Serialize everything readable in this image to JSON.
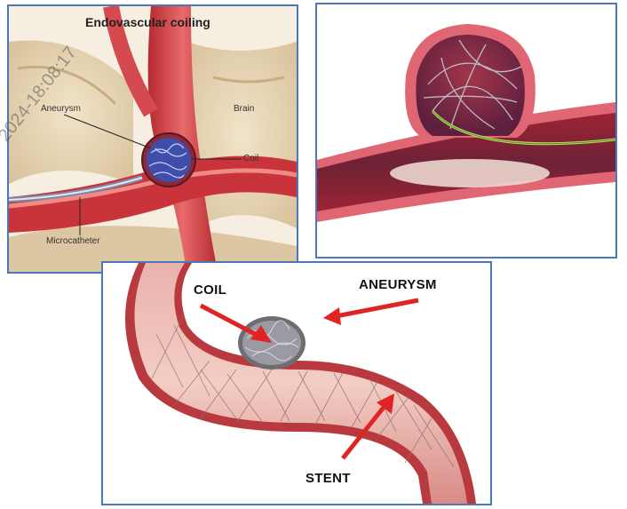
{
  "panel_coiling": {
    "title": "Endovascular coiling",
    "labels": {
      "aneurysm": "Aneurysm",
      "brain": "Brain",
      "coil": "Coil",
      "microcatheter": "Microcatheter"
    }
  },
  "panel_stent_coil": {
    "labels": {
      "coil": "COIL",
      "aneurysm": "ANEURYSM",
      "stent": "STENT"
    }
  },
  "watermark": "2024-18:08:17",
  "colors": {
    "panel_border": "#4a78b8",
    "vessel_red": "#c9343a",
    "brain_tan": "#e8d7b8",
    "arrow_red": "#e02424"
  }
}
